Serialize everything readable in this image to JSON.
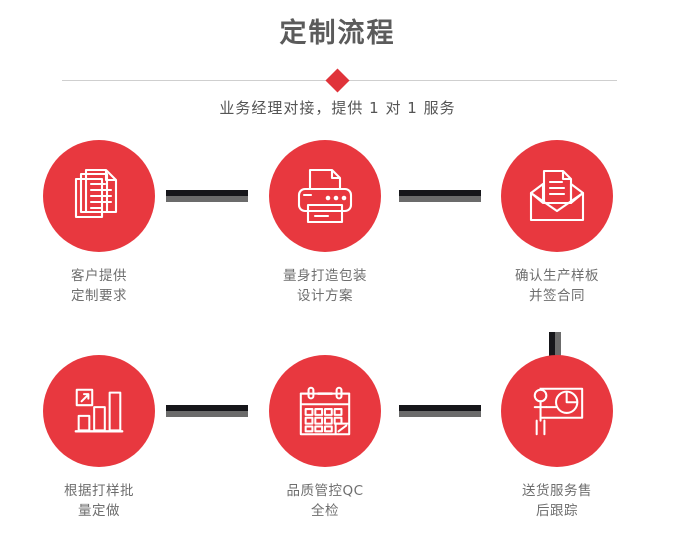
{
  "header": {
    "title": "定制流程",
    "subtitle": "业务经理对接，提供 1 对 1 服务",
    "divider_icon": "diamond-marker",
    "accent_color": "#e0333a",
    "title_color": "#5b5b5b"
  },
  "flow": {
    "circle_color": "#e8383f",
    "label_color": "#6e6e6e",
    "connector_dark": "#16161a",
    "connector_gray": "#6b6b6b",
    "rows": [
      {
        "steps": [
          {
            "icon": "documents-stack-icon",
            "label": "客户提供\n定制要求"
          },
          {
            "icon": "printer-icon",
            "label": "量身打造包装\n设计方案"
          },
          {
            "icon": "envelope-document-icon",
            "label": "确认生产样板\n并签合同"
          }
        ],
        "connectors": [
          "arrow-bar-1",
          "arrow-bar-2"
        ]
      },
      {
        "steps": [
          {
            "icon": "bar-chart-growth-icon",
            "label": "根据打样批\n量定做"
          },
          {
            "icon": "calendar-check-icon",
            "label": "品质管控QC\n全检"
          },
          {
            "icon": "presenter-pie-chart-icon",
            "label": "送货服务售\n后跟踪"
          }
        ],
        "connectors": [
          "arrow-bar-3",
          "arrow-bar-4"
        ]
      }
    ],
    "vertical_connector": "vertical-bar-down"
  }
}
